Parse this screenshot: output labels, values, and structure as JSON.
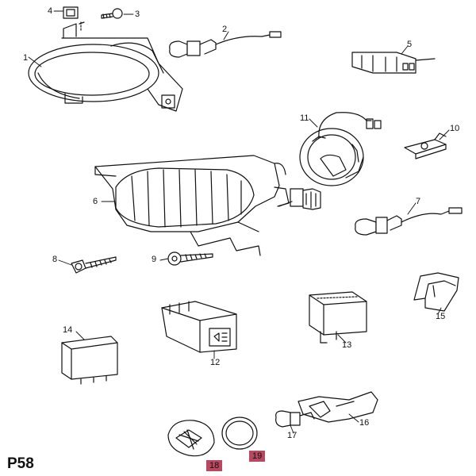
{
  "page_code": "P58",
  "highlight_color": "#b8485e",
  "callouts": {
    "c1": "1",
    "c2": "2",
    "c3": "3",
    "c4": "4",
    "c5": "5",
    "c6": "6",
    "c7": "7",
    "c8": "8",
    "c9": "9",
    "c10": "10",
    "c11": "11",
    "c12": "12",
    "c13": "13",
    "c14": "14",
    "c15": "15",
    "c16": "16",
    "c17": "17",
    "c18": "18",
    "c19": "19"
  },
  "highlighted_callouts": [
    "18",
    "19"
  ]
}
